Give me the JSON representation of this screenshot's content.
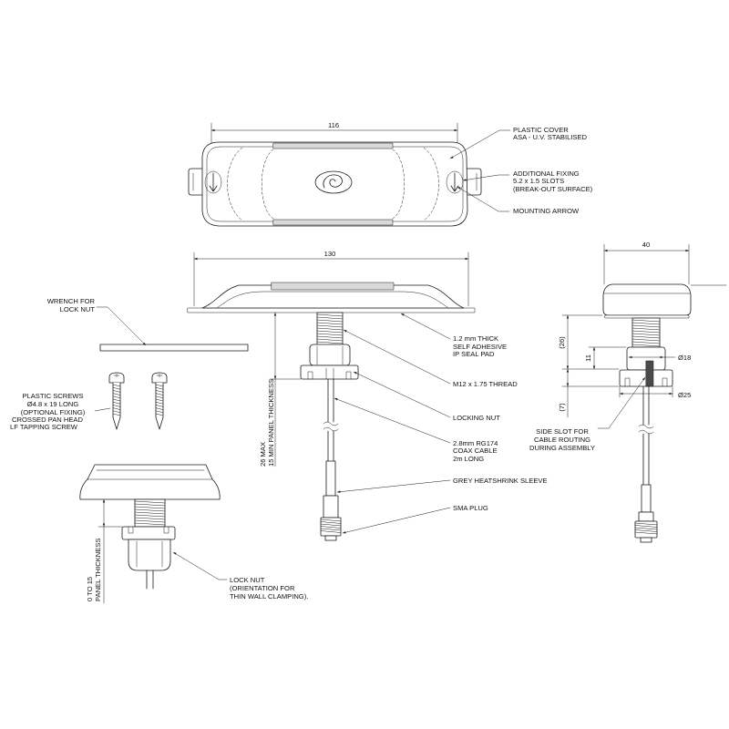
{
  "top_view": {
    "dim_width": "116",
    "plastic_cover": [
      "PLASTIC COVER",
      "ASA - U.V. STABILISED"
    ],
    "additional_fixing": [
      "ADDITIONAL FIXING",
      "5.2 x 1.5 SLOTS",
      "(BREAK-OUT SURFACE)"
    ],
    "mounting_arrow": "MOUNTING ARROW"
  },
  "side_view": {
    "dim_length": "130",
    "seal_pad": [
      "1.2 mm THICK",
      "SELF ADHESIVE",
      "IP SEAL PAD"
    ],
    "thread": "M12 x 1.75 THREAD",
    "locking_nut": "LOCKING NUT",
    "coax": [
      "2.8mm RG174",
      "COAX CABLE",
      "2m LONG"
    ],
    "heatshrink": "GREY HEATSHRINK SLEEVE",
    "sma": "SMA PLUG",
    "panel_thickness": [
      "26 MAX",
      "15 MIN PANEL THICKNESS"
    ]
  },
  "wrench": [
    "WRENCH FOR",
    "LOCK NUT"
  ],
  "screws": [
    "PLASTIC SCREWS",
    "Ø4.8 x 19 LONG",
    "(OPTIONAL FIXING)",
    "CROSSED PAN HEAD",
    "LF TAPPING SCREW"
  ],
  "thin_wall_view": {
    "lock_nut": [
      "LOCK NUT",
      "(ORIENTATION FOR",
      "THIN WALL CLAMPING)."
    ],
    "panel_thickness": [
      "0 TO 15",
      "PANEL THICKNESS"
    ]
  },
  "end_view": {
    "dim_width": "40",
    "dim_overall": "(26)",
    "dim_thread": "11",
    "dim_nut": "(7)",
    "dia_small": "Ø18",
    "dia_large": "Ø25",
    "side_slot": [
      "SIDE SLOT FOR",
      "CABLE ROUTING",
      "DURING ASSEMBLY"
    ]
  }
}
